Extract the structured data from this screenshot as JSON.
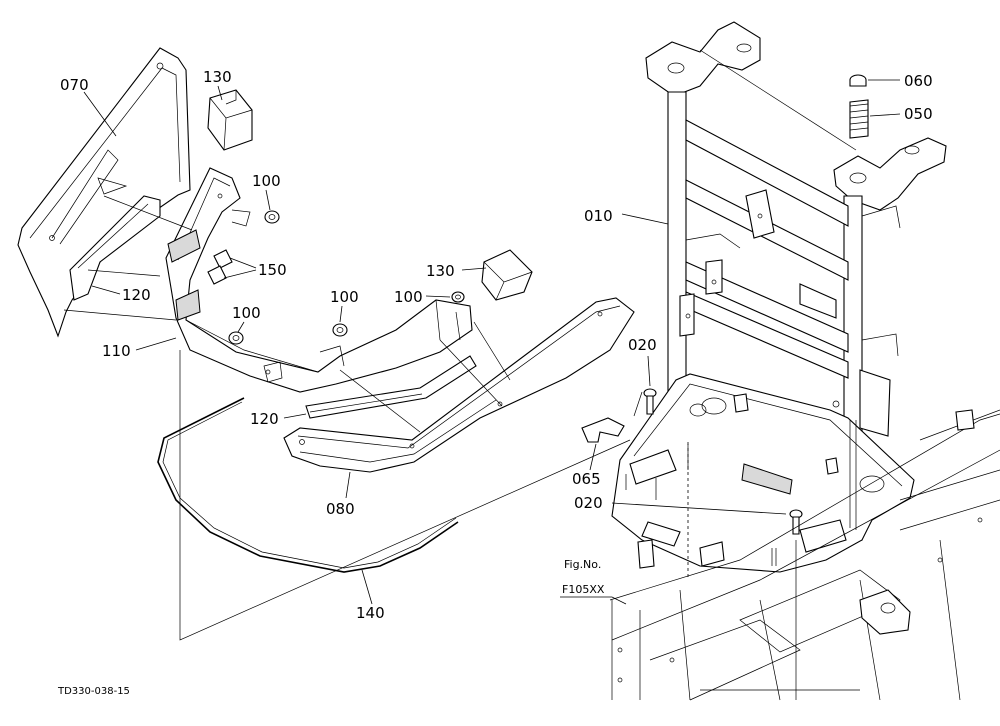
{
  "diagram": {
    "part_labels": {
      "p070": "070",
      "p130a": "130",
      "p100a": "100",
      "p150": "150",
      "p120a": "120",
      "p100b": "100",
      "p110": "110",
      "p100c": "100",
      "p100d": "100",
      "p130b": "130",
      "p120b": "120",
      "p080": "080",
      "p140": "140",
      "p010": "010",
      "p060": "060",
      "p050": "050",
      "p020a": "020",
      "p065": "065",
      "p020b": "020"
    },
    "fig_ref_line1": "Fig.No.",
    "fig_ref_line2": "F105XX",
    "drawing_code": "TD330-038-15"
  }
}
